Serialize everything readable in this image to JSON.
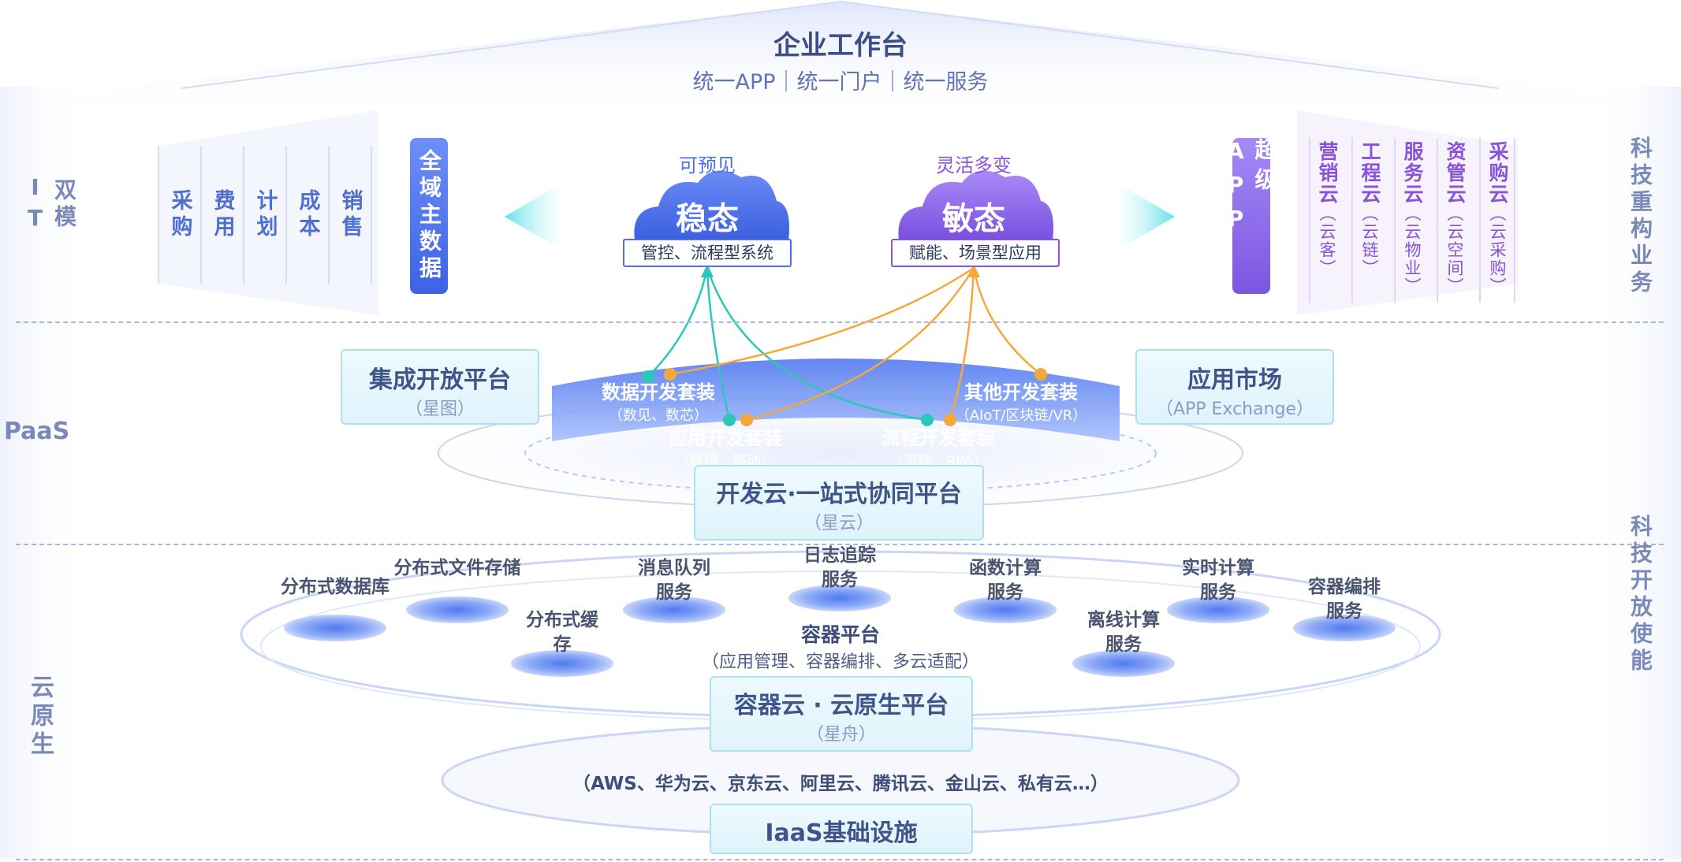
{
  "header": {
    "title": "企业工作台",
    "subtitle": "统一APP｜统一门户｜统一服务"
  },
  "left_labels": {
    "bimodal": "双模IT",
    "paas": "PaaS",
    "cloud_native": "云原生"
  },
  "right_labels": {
    "top": "科技重构业务",
    "bottom": "科技开放使能"
  },
  "business_columns": [
    "采购",
    "费用",
    "计划",
    "成本",
    "销售"
  ],
  "master_data": "全域主数据",
  "stable": {
    "caption": "可预见",
    "title": "稳态",
    "tag": "管控、流程型系统"
  },
  "agile": {
    "caption": "灵活多变",
    "title": "敏态",
    "tag": "赋能、场景型应用"
  },
  "super_app": "超级APP",
  "cloud_apps": [
    {
      "name": "营销云",
      "sub": "（云客）"
    },
    {
      "name": "工程云",
      "sub": "（云链）"
    },
    {
      "name": "服务云",
      "sub": "（云物业）"
    },
    {
      "name": "资管云",
      "sub": "（云空间）"
    },
    {
      "name": "采购云",
      "sub": "（云采购）"
    }
  ],
  "integration_platform": {
    "title": "集成开放平台",
    "sub": "（星图）"
  },
  "app_market": {
    "title": "应用市场",
    "sub": "（APP Exchange）"
  },
  "suites": {
    "data": {
      "title": "数据开发套装",
      "sub": "（数见、数芯）"
    },
    "other": {
      "title": "其他开发套装",
      "sub": "（AIoT/区块链/VR）"
    },
    "app": {
      "title": "应用开发套装",
      "sub": "（建模、移动）"
    },
    "flow": {
      "title": "流程开发套装",
      "sub": "（流程、RPA）"
    }
  },
  "dev_cloud": {
    "title": "开发云·一站式协同平台",
    "sub": "（星云）"
  },
  "services": [
    {
      "id": "dist-db",
      "label": "分布式数据库"
    },
    {
      "id": "dist-file",
      "label": "分布式文件存储"
    },
    {
      "id": "dist-cache",
      "label": "分布式缓存"
    },
    {
      "id": "mq",
      "label": "消息队列服务"
    },
    {
      "id": "log",
      "label": "日志追踪服务"
    },
    {
      "id": "func",
      "label": "函数计算服务"
    },
    {
      "id": "offline",
      "label": "离线计算服务"
    },
    {
      "id": "realtime",
      "label": "实时计算服务"
    },
    {
      "id": "orchestration",
      "label": "容器编排服务"
    }
  ],
  "container_platform": {
    "title": "容器平台",
    "sub": "（应用管理、容器编排、多云适配）"
  },
  "container_cloud": {
    "title": "容器云 · 云原生平台",
    "sub": "（星舟）"
  },
  "iaas": {
    "providers": "（AWS、华为云、京东云、阿里云、腾讯云、金山云、私有云…）",
    "title": "IaaS基础设施"
  },
  "colors": {
    "primary_blue": "#4f6fe8",
    "purple": "#8a52d6",
    "teal_line": "#2cc7b8",
    "orange_line": "#f5a83a",
    "label_gray": "#7a8ab8"
  }
}
